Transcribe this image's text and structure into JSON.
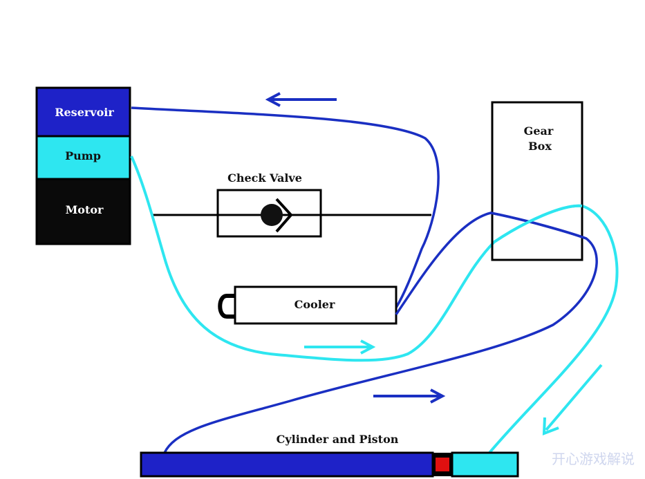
{
  "labels": {
    "reservoir": "Reservoir",
    "pump": "Pump",
    "motor": "Motor",
    "check_valve": "Check Valve",
    "cooler": "Cooler",
    "gear_box_line1": "Gear",
    "gear_box_line2": "Box",
    "cylinder": "Cylinder and Piston",
    "watermark": "开心游戏解说"
  },
  "colors": {
    "dark_blue": "#1a2fc2",
    "light_blue": "#2ee6f0",
    "reservoir_fill": "#1e22c8",
    "pump_fill": "#2ee6f0",
    "motor_fill": "#0a0a0a",
    "piston_red": "#e01010",
    "outline": "#000000"
  },
  "icons": {
    "check_valve_symbol": "ball-check-valve-icon",
    "cooler_handle": "cooler-handle-icon",
    "flow_arrow": "arrow-icon"
  }
}
